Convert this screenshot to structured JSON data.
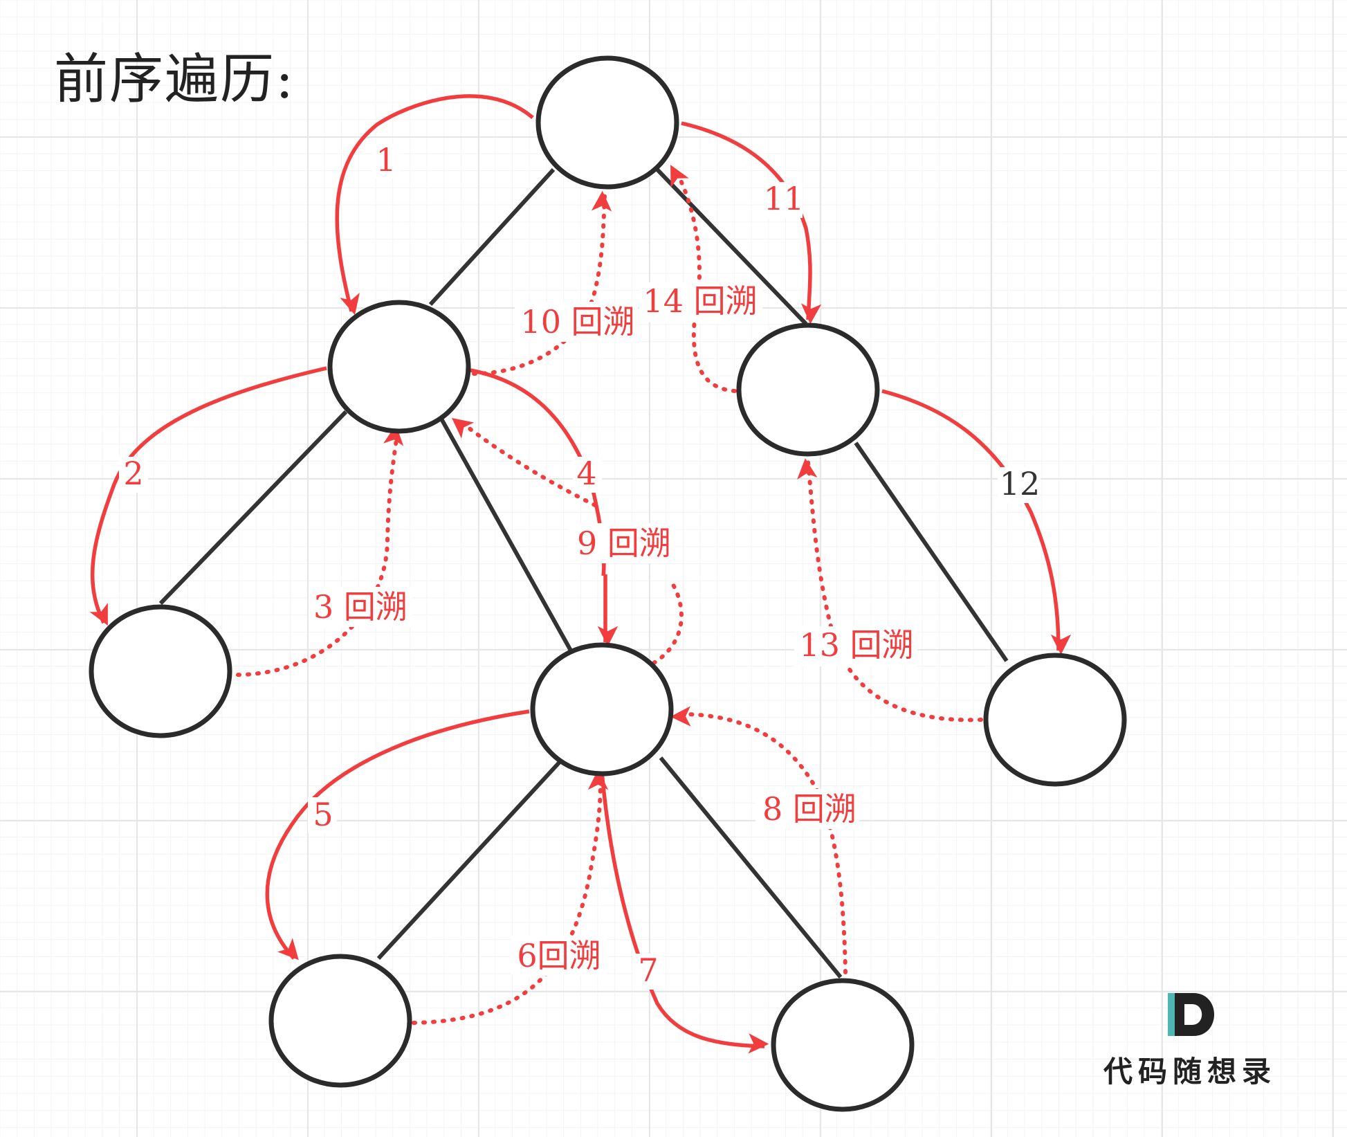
{
  "title": "前序遍历:",
  "labels": {
    "s1": "1",
    "s2": "2",
    "b3": "3 回溯",
    "s4": "4",
    "s5": "5",
    "b6": "6回溯",
    "s7": "7",
    "b8": "8 回溯",
    "b9": "9 回溯",
    "b10": "10 回溯",
    "s11": "11",
    "s12": "12",
    "b13": "13 回溯",
    "b14": "14 回溯"
  },
  "colors": {
    "arrow": "#f23d3f",
    "node_stroke": "#2b2b2b",
    "edge": "#333333",
    "logo_teal": "#4fb7b3",
    "logo_dark": "#222222"
  },
  "logo": {
    "text": "代码随想录",
    "icon": "D-logo-icon"
  }
}
